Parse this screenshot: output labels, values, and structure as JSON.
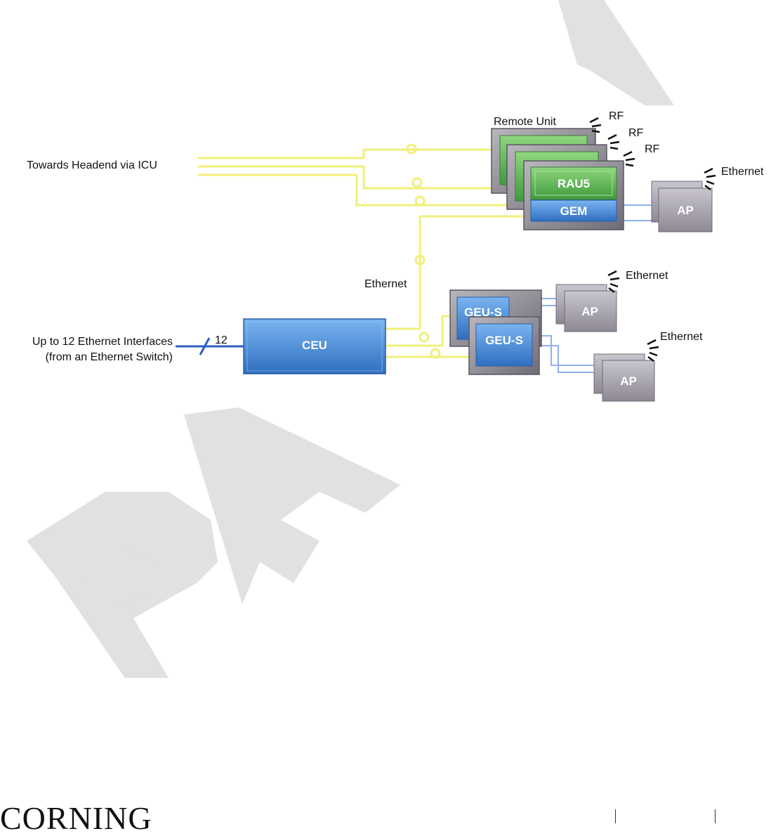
{
  "watermark": "PA",
  "labels": {
    "towards_headend": "Towards Headend via ICU",
    "remote_unit": "Remote Unit",
    "rf": [
      "RF",
      "RF",
      "RF"
    ],
    "ethernet_ap_top": "Ethernet",
    "ethernet_cable": "Ethernet",
    "ethernet_ap_mid": "Ethernet",
    "ethernet_ap_bottom": "Ethernet",
    "interfaces_line1": "Up to 12 Ethernet Interfaces",
    "interfaces_line2": "(from an Ethernet Switch)",
    "bus_count": "12"
  },
  "boxes": {
    "rau5": "RAU5",
    "gem": "GEM",
    "ceu": "CEU",
    "geu_s_back": "GEU-S",
    "geu_s_front": "GEU-S",
    "ap_top": "AP",
    "ap_mid": "AP",
    "ap_bottom": "AP"
  },
  "footer": {
    "logo": "CORNING"
  },
  "colors": {
    "fiber": "#f2ef7a",
    "ethernet_link": "#8fb0f0",
    "blue_box": "#4f8fd9",
    "green_box": "#5fb55a",
    "gray_box": "#a8a4ae",
    "watermark": "#dcdcdc"
  }
}
